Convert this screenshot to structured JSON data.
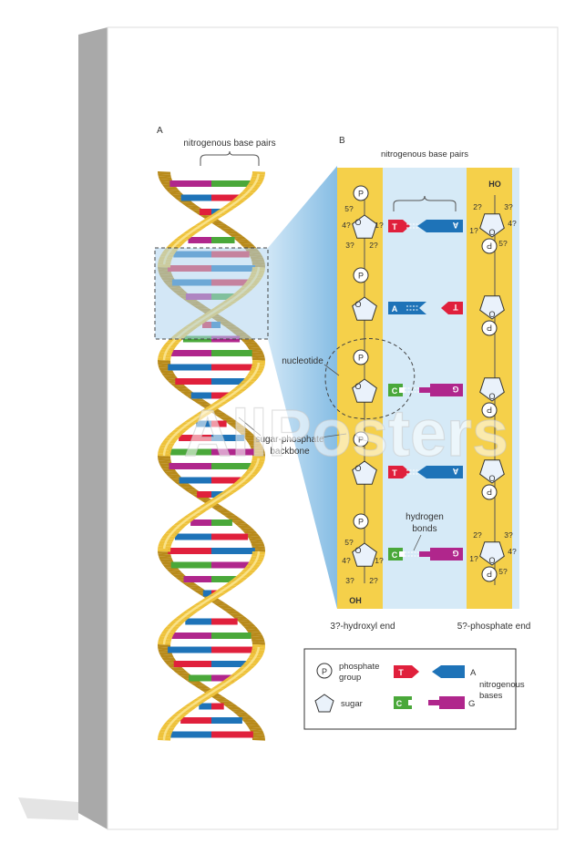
{
  "panels": {
    "a_label": "A",
    "b_label": "B"
  },
  "labels": {
    "base_pairs_a": "nitrogenous base pairs",
    "base_pairs_b": "nitrogenous base pairs",
    "nucleotide": "nucleotide",
    "backbone_line1": "sugar-phosphate",
    "backbone_line2": "backbone",
    "hydrogen_line1": "hydrogen",
    "hydrogen_line2": "bonds",
    "left_end": "3?-hydroxyl end",
    "right_end": "5?-phosphate end",
    "oh": "OH",
    "ho": "HO"
  },
  "carbon_labels": {
    "five": "5?",
    "four": "4?",
    "three": "3?",
    "two": "2?",
    "one": "1?"
  },
  "phosphate_symbol": "P",
  "ladder_pairs": [
    {
      "left": "T",
      "right": "A"
    },
    {
      "left": "A",
      "right": "T"
    },
    {
      "left": "C",
      "right": "G"
    },
    {
      "left": "T",
      "right": "A"
    },
    {
      "left": "C",
      "right": "G"
    }
  ],
  "legend": {
    "phosphate_line1": "phosphate",
    "phosphate_line2": "group",
    "sugar": "sugar",
    "bases_line1": "nitrogenous",
    "bases_line2": "bases",
    "t": "T",
    "a": "A",
    "c": "C",
    "g": "G"
  },
  "watermark": "AllPosters",
  "colors": {
    "thymine": "#e0203c",
    "adenine": "#1e73b8",
    "cytosine": "#4aa83a",
    "guanine": "#b0268c",
    "backbone": "#f5d04a",
    "helix": "#e8b820",
    "panel_bg": "#d6eaf7",
    "zoom": "#9fcbe8"
  }
}
